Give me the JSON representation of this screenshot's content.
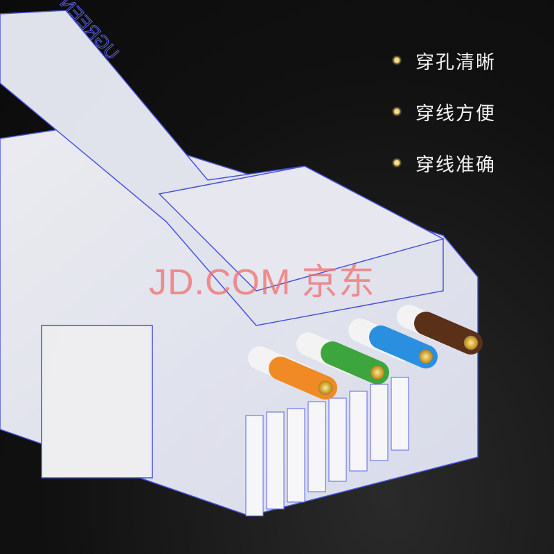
{
  "features": [
    {
      "label": "穿孔清晰",
      "icon": "bullet-dot-icon"
    },
    {
      "label": "穿线方便",
      "icon": "bullet-dot-icon"
    },
    {
      "label": "穿线准确",
      "icon": "bullet-dot-icon"
    }
  ],
  "product": {
    "logo": "UGREEN",
    "wire_colors": [
      "#f08a24",
      "#f3f3f3",
      "#3da53d",
      "#f3f3f3",
      "#2b8fe0",
      "#f3f3f3",
      "#5a3118",
      "#f3f3f3"
    ]
  },
  "watermark": "JD.COM 京东"
}
